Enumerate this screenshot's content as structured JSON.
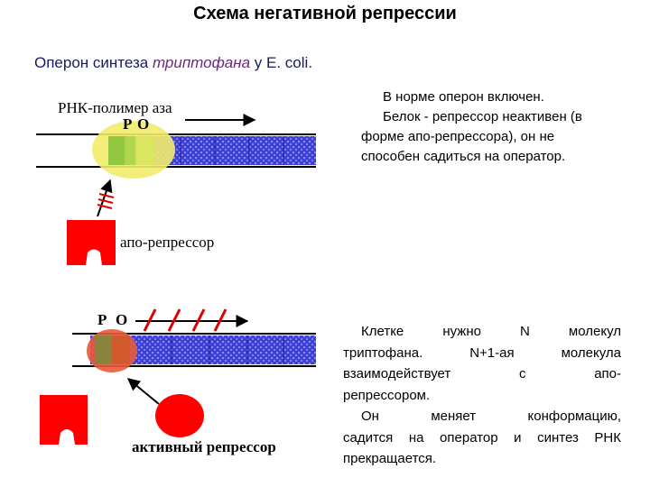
{
  "title": "Схема негативной репрессии",
  "subtitle": {
    "part1": "Оперон синтеза ",
    "part2": "триптофана",
    "part3": " у E. coli."
  },
  "top_diagram": {
    "polymerase_label": "РНК-полимер аза",
    "promoter_letter": "P",
    "operator_letter": "O",
    "repressor_label": "апо-репрессор"
  },
  "bottom_diagram": {
    "promoter_letter": "P",
    "operator_letter": "O",
    "repressor_label": "активный репрессор"
  },
  "text_top": {
    "lines": [
      "В норме оперон включен.",
      "Белок - репрессор неактивен (в",
      "форме апо-репрессора), он не",
      "способен садиться на оператор."
    ]
  },
  "text_bottom": {
    "lines": [
      "Клетке нужно N молекул",
      "триптофана. N+1-ая молекула",
      "взаимодействует с апо-",
      "репрессором.",
      "Он меняет конформацию,",
      "садится на оператор и синтез РНК",
      "прекращается."
    ]
  },
  "colors": {
    "gene_blue": "#3f43d8",
    "polymerase_yellow": "#f2ec6a",
    "promoter_green": "#88c43c",
    "repressor_red": "#ff0000",
    "operator_brown": "#b85a2e",
    "inhibition_marks": "#e00000"
  }
}
